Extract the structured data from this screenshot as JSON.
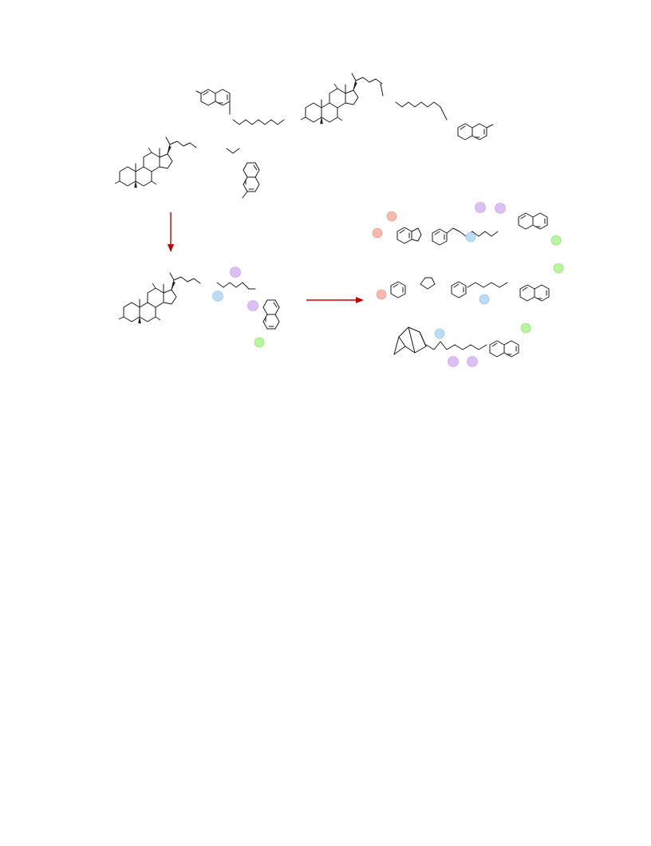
{
  "figure": {
    "background": "#ffffff",
    "arrow_color": "#c00000",
    "bond_color": "#1a1a1a",
    "site_colors": {
      "pink": "#f7b9ad",
      "blue": "#bcdcf5",
      "violet": "#dcbff5",
      "green": "#b9f5a0"
    },
    "panels": [
      "top-fragments",
      "middle-assembled",
      "right-products"
    ]
  }
}
